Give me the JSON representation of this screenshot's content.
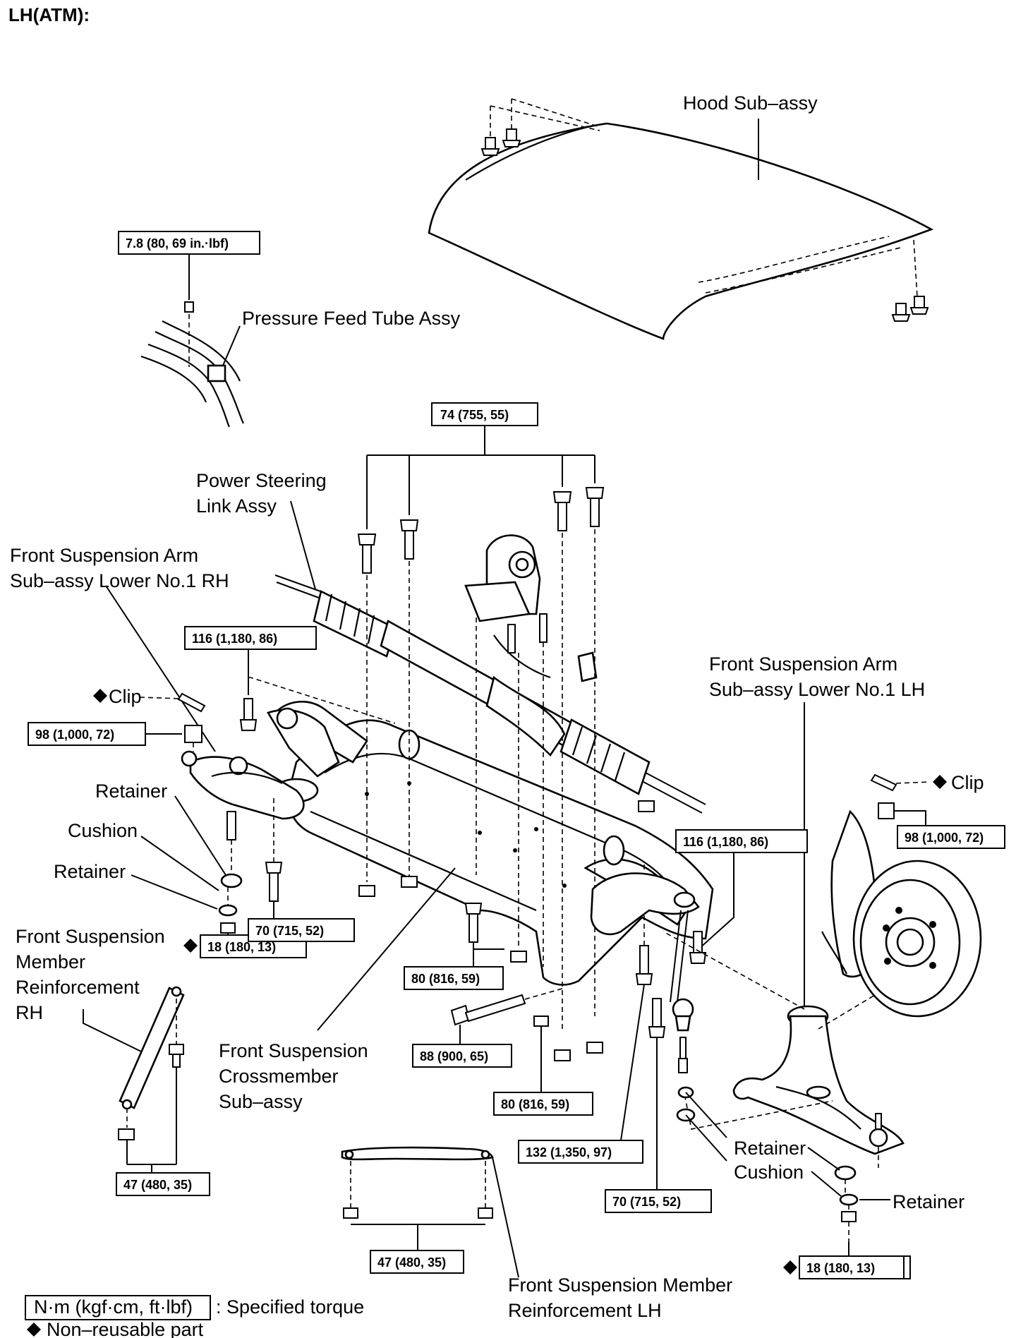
{
  "title": "LH(ATM):",
  "labels": {
    "hood": "Hood Sub–assy",
    "pressure_feed_tube": "Pressure Feed Tube Assy",
    "power_steering_line1": "Power Steering",
    "power_steering_line2": "Link Assy",
    "arm_rh_line1": "Front Suspension Arm",
    "arm_rh_line2": "Sub–assy Lower No.1 RH",
    "arm_lh_line1": "Front Suspension Arm",
    "arm_lh_line2": "Sub–assy Lower No.1 LH",
    "clip_rh": "Clip",
    "clip_lh": "Clip",
    "retainer_rh_upper": "Retainer",
    "cushion_rh": "Cushion",
    "retainer_rh_lower": "Retainer",
    "reinf_rh_line1": "Front Suspension",
    "reinf_rh_line2": "Member",
    "reinf_rh_line3": "Reinforcement",
    "reinf_rh_line4": "RH",
    "crossmember_line1": "Front Suspension",
    "crossmember_line2": "Crossmember",
    "crossmember_line3": "Sub–assy",
    "retainer_lh_upper": "Retainer",
    "cushion_lh": "Cushion",
    "retainer_lh_lower": "Retainer",
    "reinf_lh_line1": "Front Suspension Member",
    "reinf_lh_line2": "Reinforcement LH"
  },
  "torques": {
    "pressure_tube": "7.8 (80, 69 in.·lbf)",
    "crossmember_top": "74 (755, 55)",
    "rh_116": "116 (1,180, 86)",
    "rh_98": "98 (1,000, 72)",
    "rh_70": "70 (715, 52)",
    "rh_18": "18 (180, 13)",
    "mid_80a": "80 (816, 59)",
    "mid_88": "88 (900, 65)",
    "mid_80b": "80 (816, 59)",
    "mid_132": "132 (1,350, 97)",
    "mid_70": "70 (715, 52)",
    "lh_116": "116 (1,180, 86)",
    "lh_98": "98 (1,000, 72)",
    "lh_18": "18 (180, 13)",
    "reinf_rh": "47 (480, 35)",
    "reinf_lh": "47 (480, 35)"
  },
  "legend": {
    "unit_box": "N·m (kgf·cm, ft·lbf)",
    "unit_text": ": Specified torque",
    "nonreusable": "Non–reusable part"
  }
}
